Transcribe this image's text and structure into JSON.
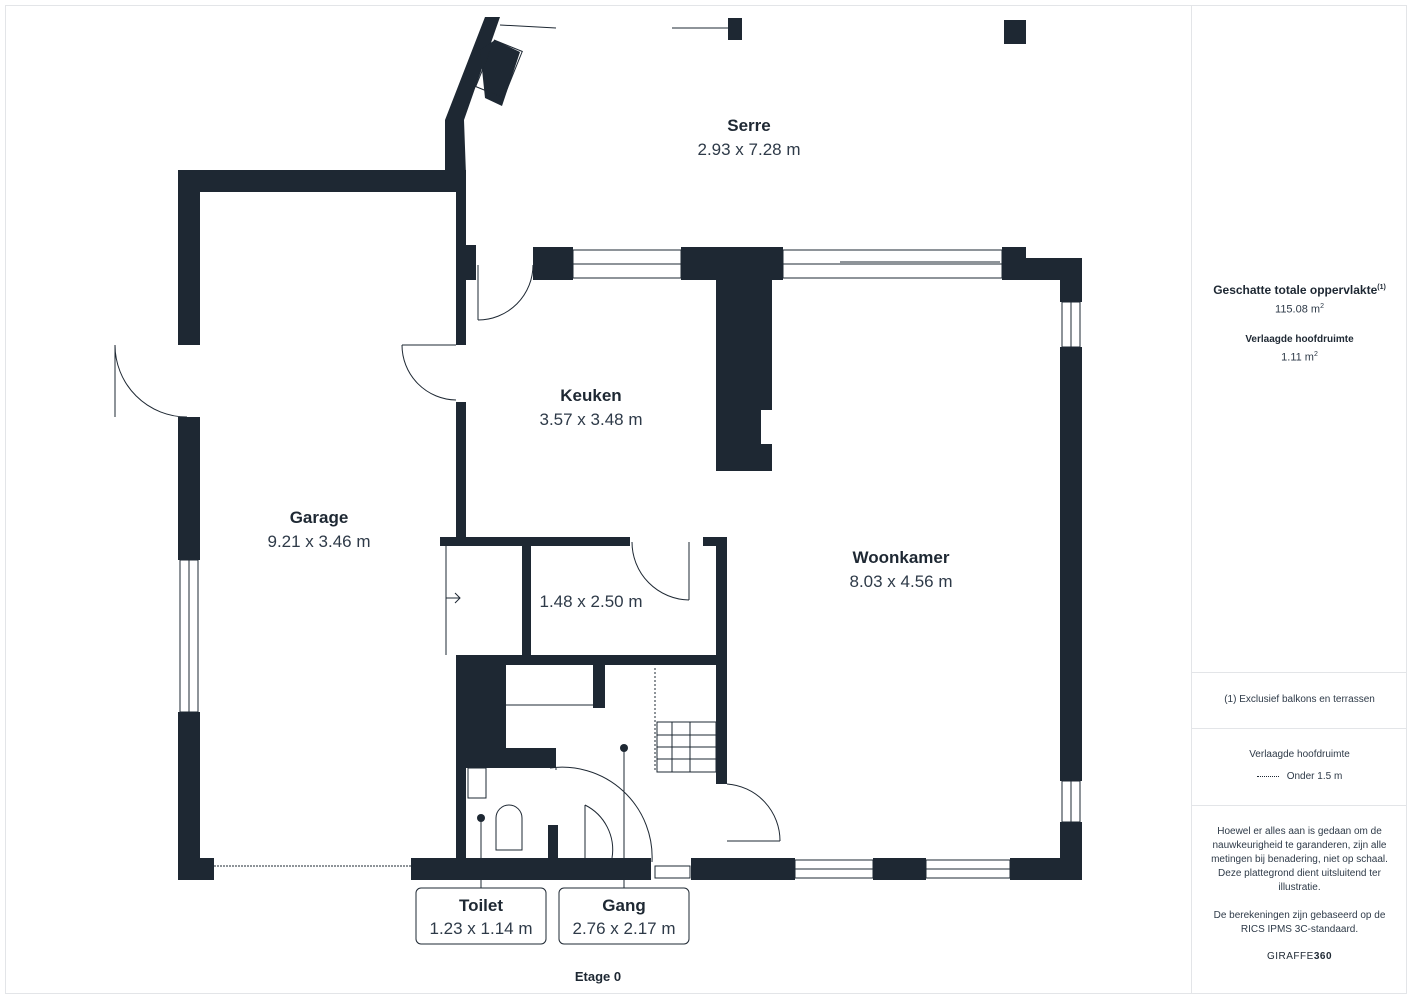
{
  "rooms": {
    "serre": {
      "name": "Serre",
      "dim": "2.93 x 7.28 m"
    },
    "garage": {
      "name": "Garage",
      "dim": "9.21 x 3.46 m"
    },
    "keuken": {
      "name": "Keuken",
      "dim": "3.57 x 3.48 m"
    },
    "woonkamer": {
      "name": "Woonkamer",
      "dim": "8.03 x 4.56 m"
    },
    "unnamed": {
      "dim": "1.48 x 2.50 m"
    },
    "toilet": {
      "name": "Toilet",
      "dim": "1.23 x 1.14 m"
    },
    "gang": {
      "name": "Gang",
      "dim": "2.76 x 2.17 m"
    }
  },
  "floor_label": "Etage 0",
  "sidebar": {
    "total_title": "Geschatte totale oppervlakte",
    "total_sup": "(1)",
    "total_value": "115.08 m",
    "reduced_title": "Verlaagde hoofdruimte",
    "reduced_value": "1.11 m",
    "unit_sup": "2",
    "footnote": "(1) Exclusief balkons en terrassen",
    "legend_title": "Verlaagde hoofdruimte",
    "legend_item": "Onder 1.5 m",
    "disclaimer_1": "Hoewel er alles aan is gedaan om de nauwkeurigheid te garanderen, zijn alle metingen bij benadering, niet op schaal. Deze plattegrond dient uitsluitend ter illustratie.",
    "disclaimer_2": "De berekeningen zijn gebaseerd op de RICS IPMS 3C-standaard.",
    "logo_a": "GIRAFFE",
    "logo_b": "360"
  },
  "colors": {
    "wall": "#1e2833",
    "text": "#1e2833",
    "border": "#e3e5e8"
  }
}
